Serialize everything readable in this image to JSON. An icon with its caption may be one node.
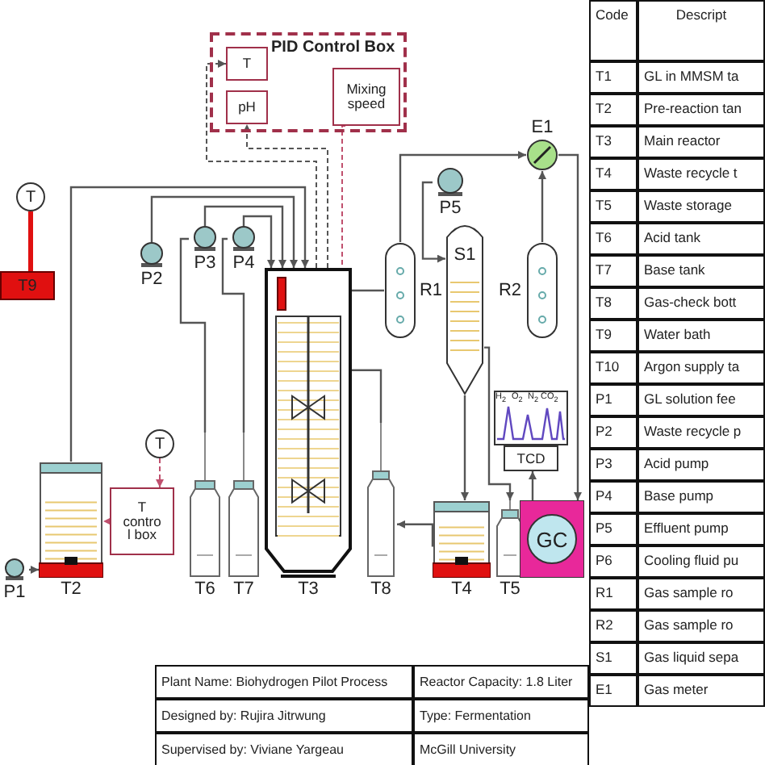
{
  "diagram": {
    "nodes": [
      {
        "text": [
          "PID Control Box"
        ]
      },
      {
        "text": [
          "T"
        ],
        "in": 0
      },
      {
        "text": [
          "pH"
        ],
        "in": 0
      },
      {
        "text": [
          "Mixing speed"
        ],
        "in": 0
      },
      {
        "text": [
          "T9"
        ]
      },
      {
        "text": [
          "T"
        ]
      },
      {
        "text": [
          "P2"
        ]
      },
      {
        "text": [
          "P3"
        ]
      },
      {
        "text": [
          "P4"
        ]
      },
      {
        "text": [
          "P5"
        ]
      },
      {
        "text": [
          "R1"
        ]
      },
      {
        "text": [
          "R2"
        ]
      },
      {
        "text": [
          "S1"
        ]
      },
      {
        "text": [
          "E1"
        ]
      },
      {
        "text": [
          "T2"
        ]
      },
      {
        "text": [
          "T"
        ]
      },
      {
        "text": [
          "T contro l box"
        ]
      },
      {
        "text": [
          "T6"
        ]
      },
      {
        "text": [
          "T7"
        ]
      },
      {
        "text": [
          "T3"
        ]
      },
      {
        "text": [
          "T8"
        ]
      },
      {
        "text": [
          "T4"
        ]
      },
      {
        "text": [
          "T5"
        ]
      },
      {
        "text": [
          "TCD"
        ]
      },
      {
        "text": [
          "GC"
        ]
      },
      {
        "text": [
          "P1"
        ]
      }
    ],
    "edges": [
      {
        "from": 15,
        "to": 16,
        "arrow": "to",
        "style": "dashed",
        "color": "#c0506e"
      },
      {
        "from": 16,
        "to": 14,
        "arrow": "to",
        "style": "dashed",
        "color": "#c0506e"
      },
      {
        "from": 5,
        "to": 4,
        "arrow": "none",
        "style": "thick",
        "color": "#e01010"
      },
      {
        "from": 19,
        "to": 1,
        "arrow": "to",
        "style": "dashed"
      },
      {
        "from": 19,
        "to": 2,
        "arrow": "to",
        "style": "dashed"
      },
      {
        "from": 3,
        "to": 19,
        "arrow": "none",
        "style": "dashed",
        "color": "#c0506e"
      },
      {
        "from": 6,
        "to": 19,
        "arrow": "to"
      },
      {
        "from": 17,
        "to": 7,
        "arrow": "none"
      },
      {
        "from": 7,
        "to": 19,
        "arrow": "to"
      },
      {
        "from": 18,
        "to": 8,
        "arrow": "none"
      },
      {
        "from": 8,
        "to": 19,
        "arrow": "to"
      },
      {
        "from": 25,
        "to": 14,
        "arrow": "to"
      },
      {
        "from": 14,
        "to": 19,
        "arrow": "to"
      },
      {
        "from": 19,
        "to": 10,
        "arrow": "none"
      },
      {
        "from": 10,
        "to": 13,
        "arrow": "to"
      },
      {
        "from": 11,
        "to": 13,
        "arrow": "to"
      },
      {
        "from": 9,
        "to": 12,
        "arrow": "to"
      },
      {
        "from": 12,
        "to": 21,
        "arrow": "to"
      },
      {
        "from": 12,
        "to": 22,
        "arrow": "to"
      },
      {
        "from": 21,
        "to": 20,
        "arrow": "to"
      },
      {
        "from": 19,
        "to": 20,
        "arrow": "none"
      },
      {
        "from": 13,
        "to": 24,
        "arrow": "to"
      },
      {
        "from": 24,
        "to": 23,
        "arrow": "to"
      }
    ],
    "labels": [
      "Code",
      "Descript",
      "T1",
      "GL in MMSM ta",
      "T2",
      "Pre-reaction tan",
      "T3",
      "Main reactor",
      "T4",
      "Waste recycle t",
      "T5",
      "Waste storage",
      "T6",
      "Acid tank",
      "T7",
      "Base tank",
      "T8",
      "Gas-check bott",
      "T9",
      "Water bath",
      "T10",
      "Argon supply ta",
      "P1",
      "GL solution fee",
      "P2",
      "Waste recycle p",
      "P3",
      "Acid pump",
      "P4",
      "Base pump",
      "P5",
      "Effluent pump",
      "P6",
      "Cooling fluid pu",
      "R1",
      "Gas sample ro",
      "R2",
      "Gas sample ro",
      "S1",
      "Gas liquid sepa",
      "E1",
      "Gas meter",
      "H$_{2}$",
      "O$_{2}$",
      "N$_{2}$",
      "CO$_{2}$",
      "Plant Name: Biohydrogen Pilot Process",
      "Reactor Capacity: 1.8 Liter",
      "Designed by: Rujira Jitrwung",
      "Type: Fermentation",
      "Supervised by: Viviane Yargeau",
      "McGill University"
    ]
  }
}
